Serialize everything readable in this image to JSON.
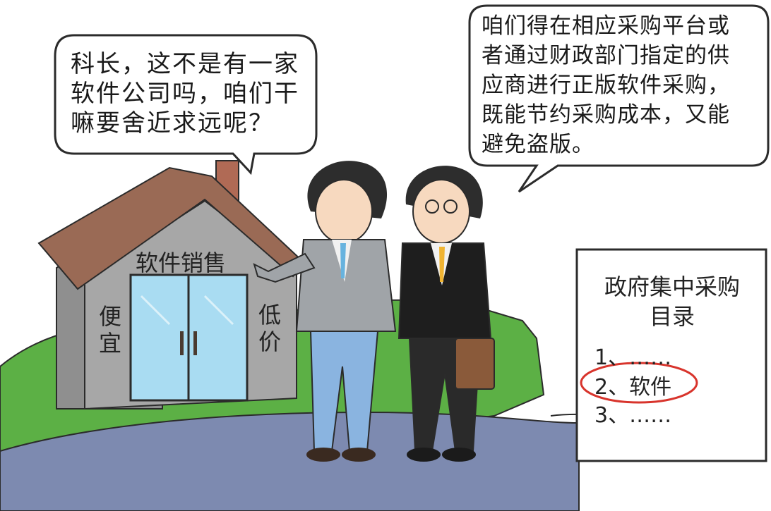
{
  "left_bubble": {
    "lines": [
      "科长，这不是有一家",
      "软件公司吗，咱们干",
      "嘛要舍近求远呢？"
    ]
  },
  "right_bubble": {
    "lines": [
      "咱们得在相应采购平台或",
      "者通过财政部门指定的供",
      "应商进行正版软件采购，",
      "既能节约采购成本，又能",
      "避免盗版。"
    ]
  },
  "shop": {
    "sign": "软件销售",
    "left_banner": [
      "便",
      "宜"
    ],
    "right_banner": [
      "低",
      "价"
    ]
  },
  "catalog": {
    "title_lines": [
      "政府集中采购",
      "目录"
    ],
    "items": [
      {
        "number": "1、",
        "text": "……"
      },
      {
        "number": "2、",
        "text": "软件"
      },
      {
        "number": "3、",
        "text": "……"
      }
    ],
    "highlight_color": "#d8342c"
  },
  "colors": {
    "grass": "#5cb045",
    "road": "#7d8ab0",
    "roof": "#9a6a55",
    "wall": "#9b9b9b"
  }
}
